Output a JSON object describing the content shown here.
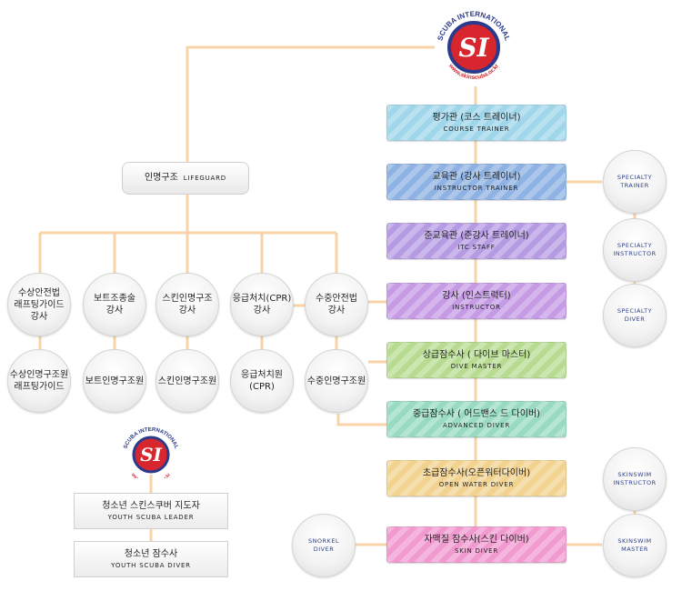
{
  "brand": {
    "name": "SCUBA INTERNATIONAL",
    "mark": "SI",
    "url": "www.skinscuba.or.kr",
    "colors": {
      "red": "#d7262e",
      "blue": "#2b3a8c"
    }
  },
  "lifeguard": {
    "ko": "인명구조",
    "en": "LIFEGUARD"
  },
  "lifeguard_top_row": [
    "수상안전법\n래프팅가이드\n강사",
    "보트조종술\n강사",
    "스킨인명구조\n강사",
    "응급처치(CPR)\n강사",
    "수중안전법\n강사"
  ],
  "lifeguard_bottom_row": [
    "수상인명구조원\n래프팅가이드",
    "보트인명구조원",
    "스킨인명구조원",
    "응급처치원\n(CPR)",
    "수중인명구조원"
  ],
  "ladder": [
    {
      "ko": "평가관 (코스 트레이너)",
      "en": "COURSE TRAINER",
      "color": "#9fd6ea"
    },
    {
      "ko": "교육관 (강사 트레이너)",
      "en": "INSTRUCTOR TRAINER",
      "color": "#8eb2e3"
    },
    {
      "ko": "준교육관 (준강사 트레이너)",
      "en": "ITC STAFF",
      "color": "#b69be3"
    },
    {
      "ko": "강사 (인스트럭터)",
      "en": "INSTRUCTOR",
      "color": "#c69be6"
    },
    {
      "ko": "상급잠수사 ( 다이브 마스터)",
      "en": "DIVE MASTER",
      "color": "#b7dc91"
    },
    {
      "ko": "중급잠수사 ( 어드밴스 드 다이버)",
      "en": "ADVANCED DIVER",
      "color": "#98dbc2"
    },
    {
      "ko": "초급잠수사(오픈워터다이버)",
      "en": "OPEN WATER DIVER",
      "color": "#f2d28f"
    },
    {
      "ko": "자맥질 잠수사(스킨 다이버)",
      "en": "SKIN DIVER",
      "color": "#f19ad0"
    }
  ],
  "specialty": [
    "SPECIALTY\nTRAINER",
    "SPECIALTY\nINSTRUCTOR",
    "SPECIALTY\nDIVER"
  ],
  "skinswim": [
    "SKINSWIM\nINSTRUCTOR",
    "SKINSWIM\nMASTER"
  ],
  "snorkel": "SNORKEL\nDIVER",
  "youth": [
    {
      "ko": "청소년 스킨스쿠버 지도자",
      "en": "YOUTH SCUBA LEADER"
    },
    {
      "ko": "청소년 잠수사",
      "en": "YOUTH SCUBA DIVER"
    }
  ]
}
